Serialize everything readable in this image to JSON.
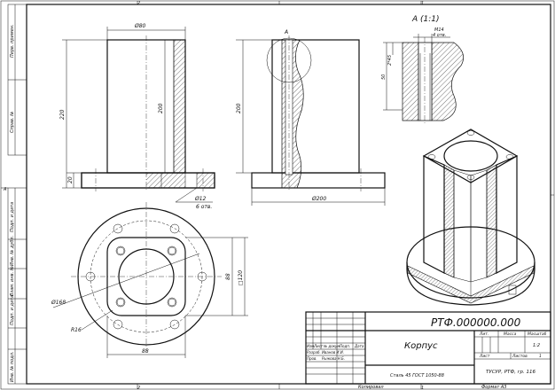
{
  "drawing": {
    "section_label": "А (1:1)",
    "section_mark": "А",
    "dims": {
      "d80": "Ø80",
      "h220": "220",
      "h200_front": "200",
      "h20": "20",
      "d12": "Ø12",
      "holes6": "6 отв.",
      "h200_side": "200",
      "d200": "Ø200",
      "m14": "M14",
      "holes4": "4 отв.",
      "chamfer": "2*45",
      "h50": "50",
      "d168": "Ø168",
      "r16": "R16",
      "w88_right": "88",
      "sq120": "□120",
      "w88_bottom": "88"
    },
    "frame_marks": {
      "top_left": "2",
      "top_right": "1",
      "bottom_left": "2",
      "bottom_right": "1",
      "format_left": "А",
      "format_bottom_right": "Формат А3",
      "copied": "Копировал"
    },
    "side_stamps": [
      "Перв. примен.",
      "Справ. №",
      "Подп. и дата",
      "Инв. № дубл.",
      "Взам. инв. №",
      "Подп. и дата",
      "Инв. № подл."
    ]
  },
  "title_block": {
    "designation": "РТФ.000000.000",
    "name": "Корпус",
    "material": "Сталь 45 ГОСТ 1050-88",
    "organization": "ТУСУР, РТФ, гр. 116",
    "col_lit": "Лит.",
    "col_mass": "Масса",
    "col_scale": "Масштаб",
    "scale": "1:2",
    "sheet": "Лист",
    "sheets": "Листов",
    "sheets_count": "1",
    "row_labels": [
      "Изм.",
      "Лист",
      "№ докум.",
      "Подп.",
      "Дата"
    ],
    "razrab": "Разраб.",
    "prov": "Пров.",
    "razrab_name": "Иванов И.И.",
    "prov_name": "Рыжова Н.Б."
  }
}
